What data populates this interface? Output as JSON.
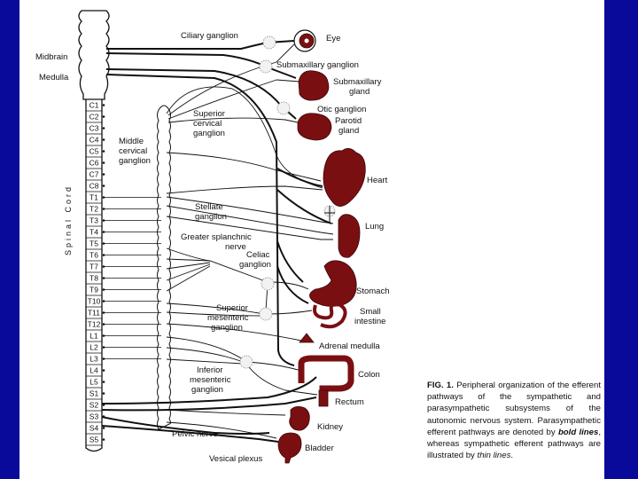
{
  "labels": {
    "midbrain": "Midbrain",
    "medulla": "Medulla",
    "spinal_cord": "Spinal Cord",
    "ciliary_ganglion": "Ciliary ganglion",
    "eye": "Eye",
    "submaxillary_ganglion": "Submaxillary ganglion",
    "submaxillary_gland_1": "Submaxillary",
    "submaxillary_gland_2": "gland",
    "otic_ganglion": "Otic ganglion",
    "parotid_gland_1": "Parotid",
    "parotid_gland_2": "gland",
    "superior_cervical_1": "Superior",
    "superior_cervical_2": "cervical",
    "superior_cervical_3": "ganglion",
    "middle_cervical_1": "Middle",
    "middle_cervical_2": "cervical",
    "middle_cervical_3": "ganglion",
    "heart": "Heart",
    "stellate_1": "Stellate",
    "stellate_2": "ganglion",
    "lung": "Lung",
    "greater_splanchnic_1": "Greater splanchnic",
    "greater_splanchnic_2": "nerve",
    "celiac_1": "Celiac",
    "celiac_2": "ganglion",
    "stomach": "Stomach",
    "small_intestine_1": "Small",
    "small_intestine_2": "intestine",
    "superior_mesenteric_1": "Superior",
    "superior_mesenteric_2": "mesenteric",
    "superior_mesenteric_3": "ganglion",
    "adrenal_medulla": "Adrenal medulla",
    "inferior_mesenteric_1": "Inferior",
    "inferior_mesenteric_2": "mesenteric",
    "inferior_mesenteric_3": "ganglion",
    "colon": "Colon",
    "rectum": "Rectum",
    "kidney": "Kidney",
    "pelvic_nerve": "Pelvic nerve",
    "bladder": "Bladder",
    "vesical_plexus": "Vesical plexus"
  },
  "segments": [
    "C1",
    "C2",
    "C3",
    "C4",
    "C5",
    "C6",
    "C7",
    "C8",
    "T1",
    "T2",
    "T3",
    "T4",
    "T5",
    "T6",
    "T7",
    "T8",
    "T9",
    "T10",
    "T11",
    "T12",
    "L1",
    "L2",
    "L3",
    "L4",
    "L5",
    "S1",
    "S2",
    "S3",
    "S4",
    "S5"
  ],
  "caption": {
    "fig": "FIG. 1.",
    "text_1": " Peripheral organization of the efferent pathways of the sympathetic and parasympathetic subsystems of the autonomic nervous system. Parasympathetic efferent pathways are denoted by ",
    "bold_lines": "bold lines",
    "text_2": ", whereas sympathetic efferent pathways are illustrated by ",
    "thin_lines": "thin lines",
    "text_3": "."
  },
  "colors": {
    "background": "#0a0a9a",
    "organ": "#7a0f12",
    "ink": "#111111"
  }
}
